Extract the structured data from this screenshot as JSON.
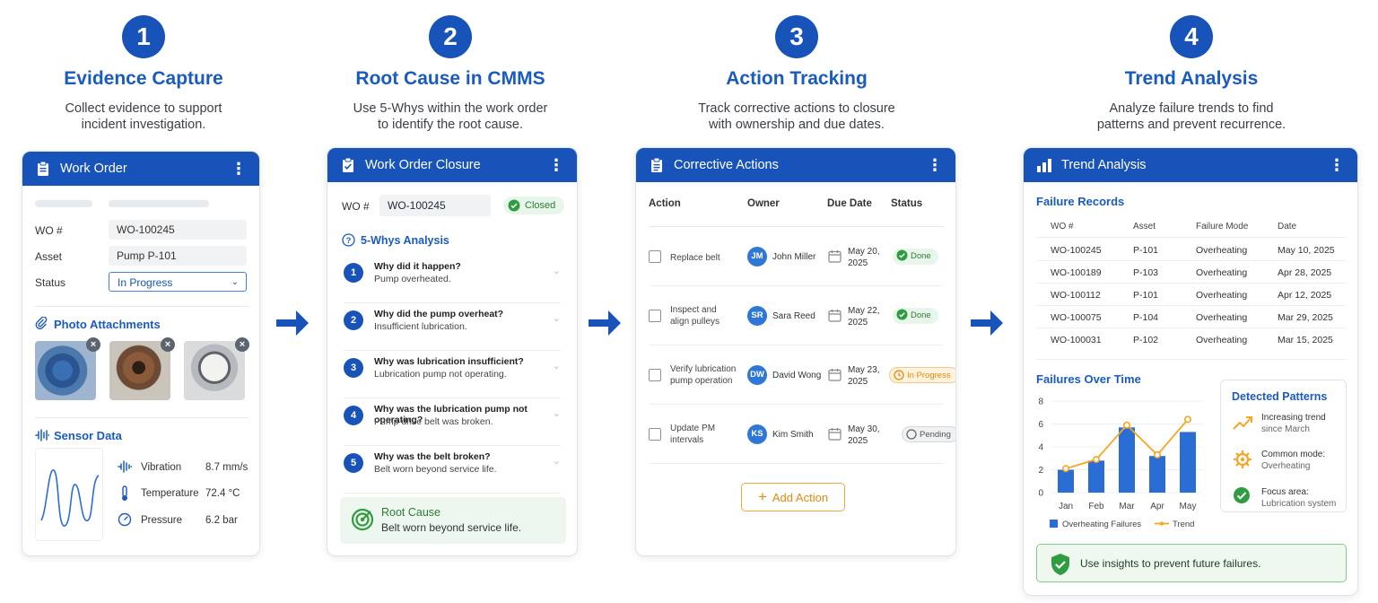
{
  "steps": [
    {
      "num": "1",
      "title": "Evidence Capture",
      "desc1": "Collect evidence to support",
      "desc2": "incident investigation."
    },
    {
      "num": "2",
      "title": "Root Cause in CMMS",
      "desc1": "Use 5-Whys within the work order",
      "desc2": "to identify the root cause."
    },
    {
      "num": "3",
      "title": "Action Tracking",
      "desc1": "Track corrective actions to closure",
      "desc2": "with ownership and due dates."
    },
    {
      "num": "4",
      "title": "Trend Analysis",
      "desc1": "Analyze failure trends to find",
      "desc2": "patterns and prevent recurrence."
    }
  ],
  "work_order": {
    "title": "Work Order",
    "fields": [
      {
        "label": "WO #",
        "value": "WO-100245"
      },
      {
        "label": "Asset",
        "value": "Pump P-101"
      },
      {
        "label": "Status",
        "value": "In Progress"
      }
    ],
    "photos_title": "Photo Attachments",
    "sensor_title": "Sensor Data",
    "sensors": [
      {
        "label": "Vibration",
        "value": "8.7 mm/s"
      },
      {
        "label": "Temperature",
        "value": "72.4 °C"
      },
      {
        "label": "Pressure",
        "value": "6.2 bar"
      }
    ]
  },
  "closure": {
    "title": "Work Order Closure",
    "wo_label": "WO #",
    "wo_value": "WO-100245",
    "status": "Closed",
    "whys_title": "5-Whys Analysis",
    "whys": [
      {
        "n": "1",
        "q": "Why did it happen?",
        "a": "Pump overheated."
      },
      {
        "n": "2",
        "q": "Why did the pump overheat?",
        "a": "Insufficient lubrication."
      },
      {
        "n": "3",
        "q": "Why was lubrication insufficient?",
        "a": "Lubrication pump not operating."
      },
      {
        "n": "4",
        "q": "Why was the lubrication pump not operating?",
        "a": "Pump drive belt was broken."
      },
      {
        "n": "5",
        "q": "Why was the belt broken?",
        "a": "Belt worn beyond service life."
      }
    ],
    "root_title": "Root Cause",
    "root_text": "Belt worn beyond service life."
  },
  "actions": {
    "title": "Corrective Actions",
    "headers": [
      "Action",
      "Owner",
      "Due Date",
      "Status"
    ],
    "rows": [
      {
        "action1": "Replace belt",
        "action2": "",
        "initials": "JM",
        "owner": "John Miller",
        "due1": "May 20,",
        "due2": "2025",
        "status": "Done"
      },
      {
        "action1": "Inspect and",
        "action2": "align pulleys",
        "initials": "SR",
        "owner": "Sara Reed",
        "due1": "May 22,",
        "due2": "2025",
        "status": "Done"
      },
      {
        "action1": "Verify lubrication",
        "action2": "pump operation",
        "initials": "DW",
        "owner": "David Wong",
        "due1": "May 23,",
        "due2": "2025",
        "status": "In Progress"
      },
      {
        "action1": "Update PM",
        "action2": "intervals",
        "initials": "KS",
        "owner": "Kim Smith",
        "due1": "May 30,",
        "due2": "2025",
        "status": "Pending"
      }
    ],
    "add_label": "Add Action"
  },
  "trend": {
    "title": "Trend Analysis",
    "records_title": "Failure Records",
    "headers": [
      "WO #",
      "Asset",
      "Failure Mode",
      "Date"
    ],
    "rows": [
      [
        "WO-100245",
        "P-101",
        "Overheating",
        "May 10, 2025"
      ],
      [
        "WO-100189",
        "P-103",
        "Overheating",
        "Apr 28, 2025"
      ],
      [
        "WO-100112",
        "P-101",
        "Overheating",
        "Apr 12, 2025"
      ],
      [
        "WO-100075",
        "P-104",
        "Overheating",
        "Mar 29, 2025"
      ],
      [
        "WO-100031",
        "P-102",
        "Overheating",
        "Mar 15, 2025"
      ]
    ],
    "chart_title": "Failures Over Time",
    "patterns_title": "Detected Patterns",
    "patterns": [
      {
        "l1": "Increasing trend",
        "l2": "since March",
        "icon": "trend-up-icon"
      },
      {
        "l1": "Common mode:",
        "l2": "Overheating",
        "icon": "gear-icon"
      },
      {
        "l1": "Focus area:",
        "l2": "Lubrication system",
        "icon": "check-circle-icon"
      }
    ],
    "insight": "Use insights to prevent future failures."
  },
  "chart_data": {
    "type": "bar",
    "title": "Failures Over Time",
    "categories": [
      "Jan",
      "Feb",
      "Mar",
      "Apr",
      "May"
    ],
    "series": [
      {
        "name": "Overheating Failures",
        "type": "bar",
        "values": [
          2,
          2.8,
          5.7,
          3.2,
          5.3
        ]
      },
      {
        "name": "Trend",
        "type": "line",
        "values": [
          2.1,
          2.9,
          5.9,
          3.3,
          6.4
        ]
      }
    ],
    "yticks": [
      "0",
      "2",
      "4",
      "6",
      "8"
    ],
    "ylim": [
      0,
      8
    ],
    "grid": true,
    "legend": "bottom",
    "colors": {
      "bar": "#2a6dd4",
      "line": "#f5a623"
    }
  },
  "colors": {
    "primary": "#1753b8",
    "accent": "#f5a623",
    "success": "#2e7d32"
  }
}
